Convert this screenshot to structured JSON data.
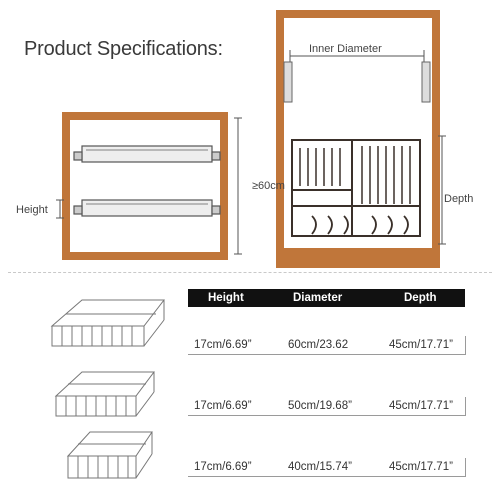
{
  "title": "Product Specifications:",
  "labels": {
    "height": "Height",
    "min_height": "≥60cm",
    "inner_diameter": "Inner Diameter",
    "depth": "Depth"
  },
  "spec_table": {
    "headers": [
      "Height",
      "Diameter",
      "Depth"
    ],
    "rows": [
      [
        "17cm/6.69”",
        "60cm/23.62",
        "45cm/17.71”"
      ],
      [
        "17cm/6.69”",
        "50cm/19.68”",
        "45cm/17.71”"
      ],
      [
        "17cm/6.69”",
        "40cm/15.74”",
        "45cm/17.71”"
      ]
    ]
  },
  "colors": {
    "cabinet": "#c0763a",
    "cabinet_dark": "#9c5a25",
    "rack": "#3a302a",
    "header_bg": "#111111"
  }
}
